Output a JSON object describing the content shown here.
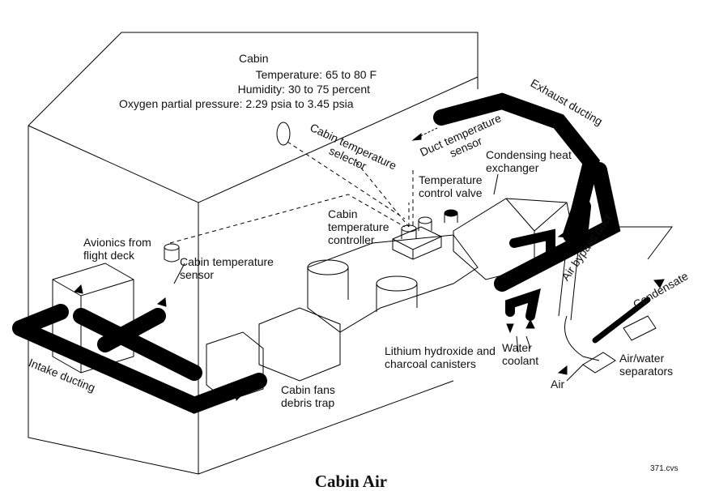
{
  "title": "Cabin Air",
  "reference": "371.cvs",
  "cabin": {
    "heading": "Cabin",
    "lines": [
      "Temperature: 65 to 80 F",
      "Humidity: 30 to 75 percent",
      "Oxygen partial pressure: 2.29 psia to 3.45 psia"
    ]
  },
  "labels": {
    "cabin_temperature_selector": "Cabin temperature selector",
    "duct_temperature_sensor": "Duct temperature sensor",
    "exhaust_ducting": "Exhaust ducting",
    "condensing_heat_exchanger": "Condensing heat exchanger",
    "temperature_control_valve": "Temperature control valve",
    "cabin_temperature_controller": "Cabin temperature controller",
    "avionics_from_flight_deck": "Avionics from flight deck",
    "cabin_temperature_sensor": "Cabin temperature sensor",
    "air_bypass_duct": "Air bypass duct",
    "condensate": "Condensate",
    "lithium_hydroxide": "Lithium hydroxide and charcoal canisters",
    "water_coolant": "Water coolant",
    "air_water_separators": "Air/water separators",
    "air": "Air",
    "intake_ducting": "Intake ducting",
    "cabin_fans_debris_trap": "Cabin fans debris trap"
  }
}
